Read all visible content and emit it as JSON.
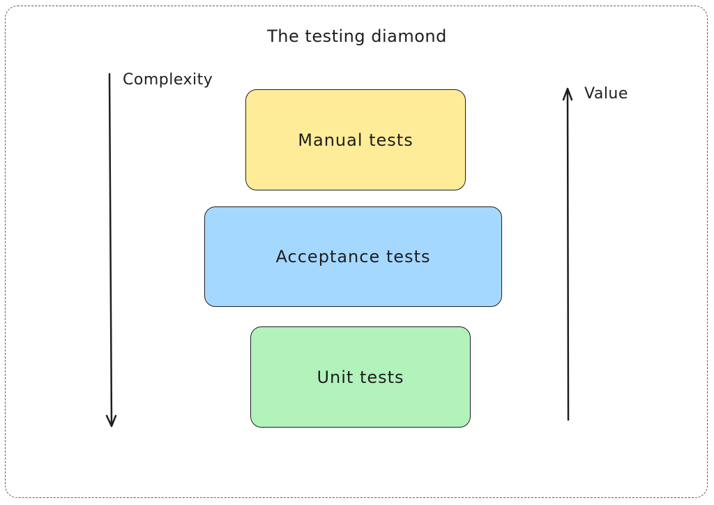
{
  "title": "The testing diamond",
  "axes": {
    "left_label": "Complexity",
    "right_label": "Value"
  },
  "boxes": [
    {
      "label": "Manual tests",
      "color": "#ffec99"
    },
    {
      "label": "Acceptance tests",
      "color": "#a5d8ff"
    },
    {
      "label": "Unit tests",
      "color": "#b2f2bb"
    }
  ]
}
